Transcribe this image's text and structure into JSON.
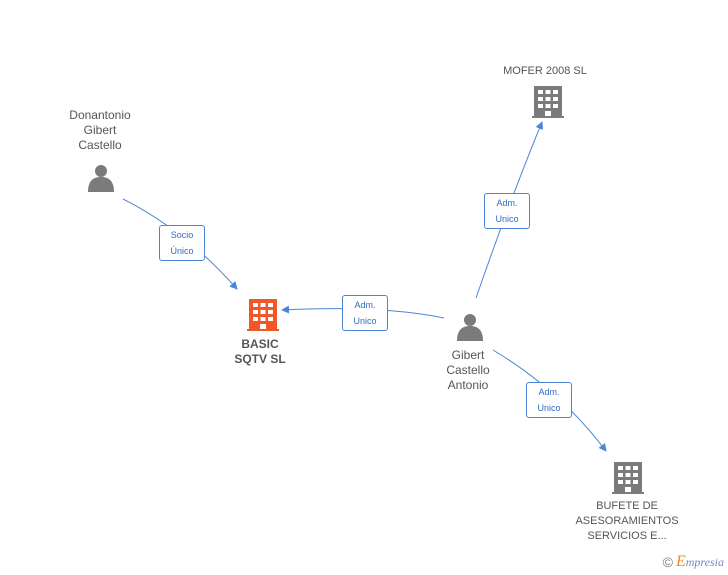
{
  "nodes": {
    "donantonio": {
      "lines": [
        "Donantonio",
        "Gibert",
        "Castello"
      ]
    },
    "basic": {
      "lines": [
        "BASIC",
        "SQTV SL"
      ]
    },
    "gibert": {
      "lines": [
        "Gibert",
        "Castello",
        "Antonio"
      ]
    },
    "mofer": {
      "lines": [
        "MOFER 2008 SL"
      ]
    },
    "bufete": {
      "lines": [
        "BUFETE DE",
        "ASESORAMIENTOS",
        "SERVICIOS E..."
      ]
    }
  },
  "edges": [
    {
      "label": [
        "Socio",
        "Único"
      ]
    },
    {
      "label": [
        "Adm.",
        "Unico"
      ]
    },
    {
      "label": [
        "Adm.",
        "Unico"
      ]
    },
    {
      "label": [
        "Adm.",
        "Unico"
      ]
    }
  ],
  "colors": {
    "edge": "#4a86d8",
    "person": "#7b7b7b",
    "company": "#7b7b7b",
    "focus_company": "#f0582a"
  },
  "footer": {
    "copyright": "©",
    "brand_initial": "E",
    "brand_rest": "mpresia"
  }
}
